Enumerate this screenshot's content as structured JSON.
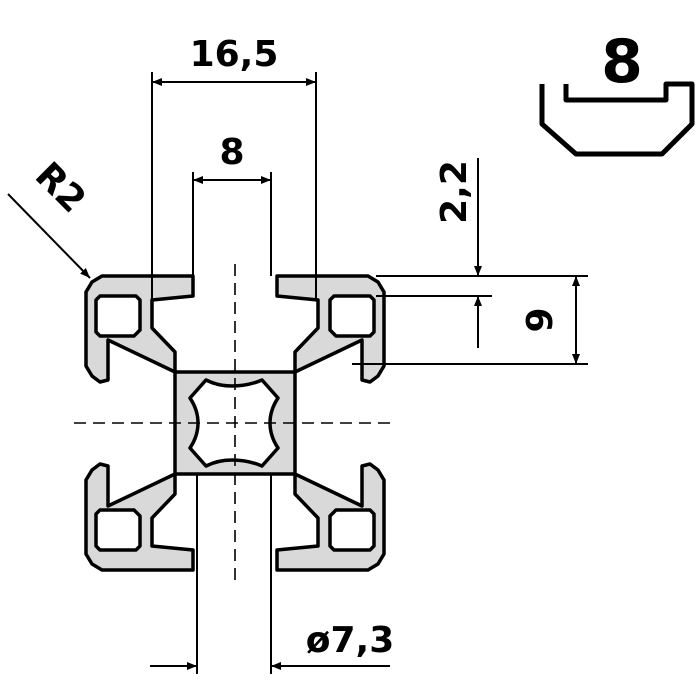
{
  "dimensions": {
    "width_overall": "16,5",
    "slot_width": "8",
    "wall_thickness": "2,2",
    "slot_depth": "9",
    "radius": "R2",
    "bore_diameter": "ø7,3"
  },
  "slot_symbol": {
    "label": "8"
  },
  "colors": {
    "profile_fill": "#d9d9d9",
    "line": "#000000",
    "background": "#ffffff"
  }
}
